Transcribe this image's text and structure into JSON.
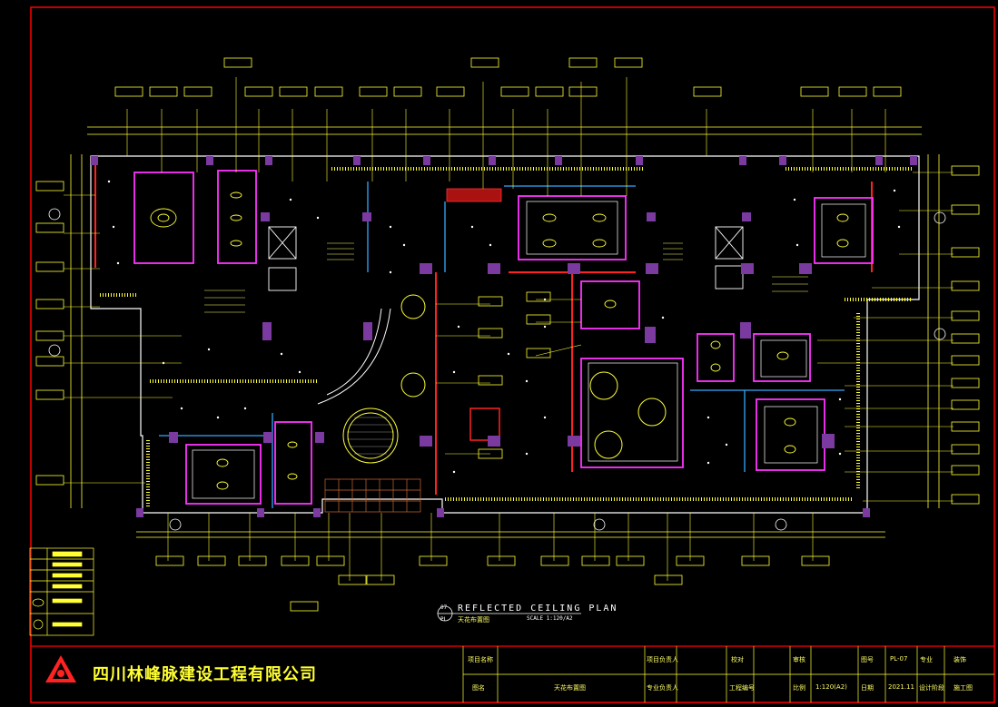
{
  "drawing": {
    "title_en": "REFLECTED CEILING PLAN",
    "title_cn": "天花布置图",
    "scale": "SCALE 1:120/A2",
    "sheet_number": "07",
    "sheet_code": "PL"
  },
  "company": {
    "name": "四川林峰脉建设工程有限公司"
  },
  "title_block": {
    "row1": [
      {
        "label": "项目名称"
      },
      {
        "label": "项目负责人"
      },
      {
        "label": "校对"
      },
      {
        "label": "审核"
      },
      {
        "label": "图号",
        "value": "PL-07"
      },
      {
        "label": "专业",
        "value": "装饰"
      }
    ],
    "row2": [
      {
        "label": "图名",
        "value": "天花布置图"
      },
      {
        "label": "专业负责人"
      },
      {
        "label": "工程编号"
      },
      {
        "label": "比例",
        "value": "1:120(A2)"
      },
      {
        "label": "日期",
        "value": "2021.11"
      },
      {
        "label": "设计阶段",
        "value": "施工图"
      }
    ]
  },
  "colors": {
    "frame": "#ff0000",
    "wall": "#ffffff",
    "ceiling_edge": "#ff33ff",
    "dimension": "#ffff33",
    "annotation": "#ffff00",
    "blue_line": "#33aaff",
    "red_wall": "#ff2222",
    "purple_column": "#9b4bbf",
    "cyan": "#33ffff"
  }
}
